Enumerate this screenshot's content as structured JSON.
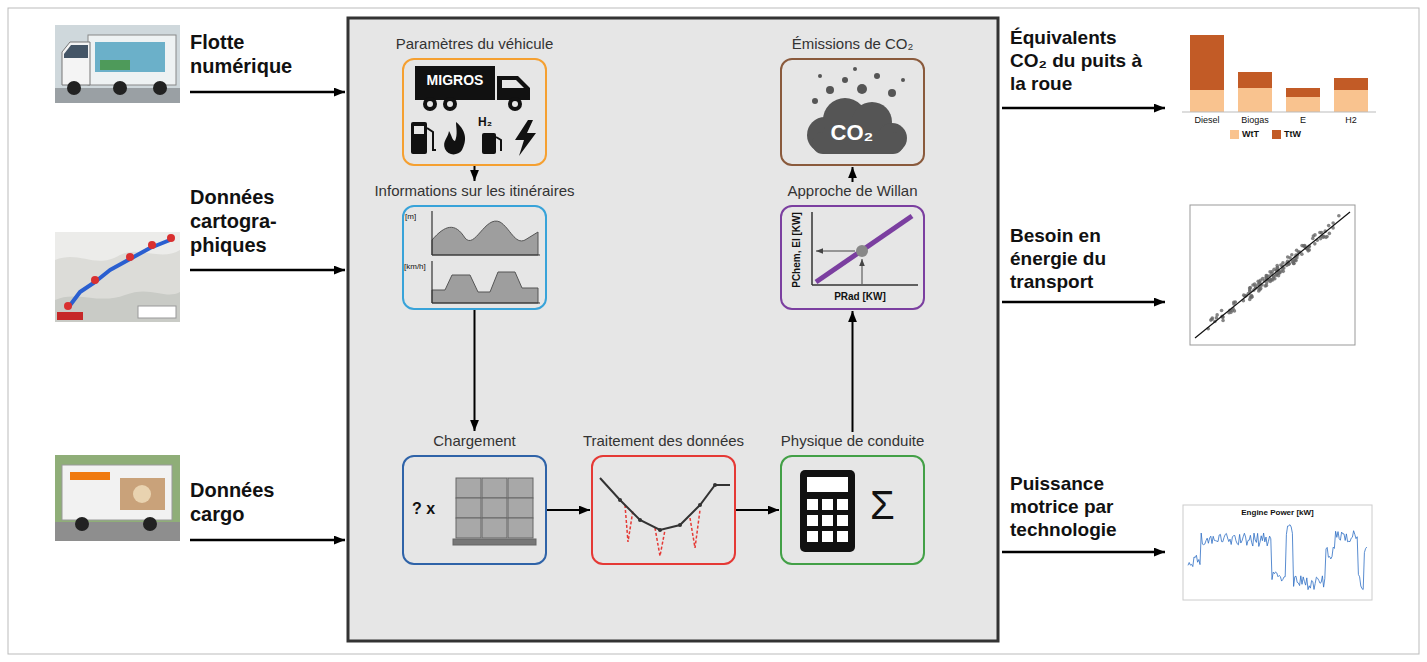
{
  "diagram": {
    "nodes": [
      {
        "text": [
          "Paramètres du véhicule",
          "MIGROS",
          "H₂"
        ]
      },
      {
        "text": [
          "Émissions de CO₂",
          "CO₂"
        ]
      },
      {
        "text": [
          "Informations sur les itinéraires",
          "[m]",
          "[km/h]"
        ]
      },
      {
        "text": [
          "Approche de Willan",
          "PChem, El [KW]",
          "PRad [KW]"
        ]
      },
      {
        "text": [
          "Chargement",
          "? x"
        ]
      },
      {
        "text": [
          "Traitement des données"
        ]
      },
      {
        "text": [
          "Physique de conduite",
          "Σ"
        ]
      }
    ],
    "edges": [
      {
        "from": 0,
        "to": 2,
        "arrow": "to"
      },
      {
        "from": 2,
        "to": 4,
        "arrow": "to"
      },
      {
        "from": 4,
        "to": 5,
        "arrow": "to"
      },
      {
        "from": 5,
        "to": 6,
        "arrow": "to"
      },
      {
        "from": 6,
        "to": 3,
        "arrow": "to"
      },
      {
        "from": 3,
        "to": 1,
        "arrow": "to"
      }
    ],
    "labels": [
      "Flotte numérique",
      "Données cartogra- phiques",
      "Données cargo",
      "Équivalents CO₂ du puits à la roue",
      "Besoin en énergie du transport",
      "Puissance motrice par technologie",
      "Diesel",
      "Biogas",
      "E",
      "H2",
      "Engine Power [kW]"
    ],
    "legend": [
      {
        "text": "WtT",
        "color": "#f9c38f"
      },
      {
        "text": "TtW",
        "color": "#c25b26"
      }
    ]
  }
}
